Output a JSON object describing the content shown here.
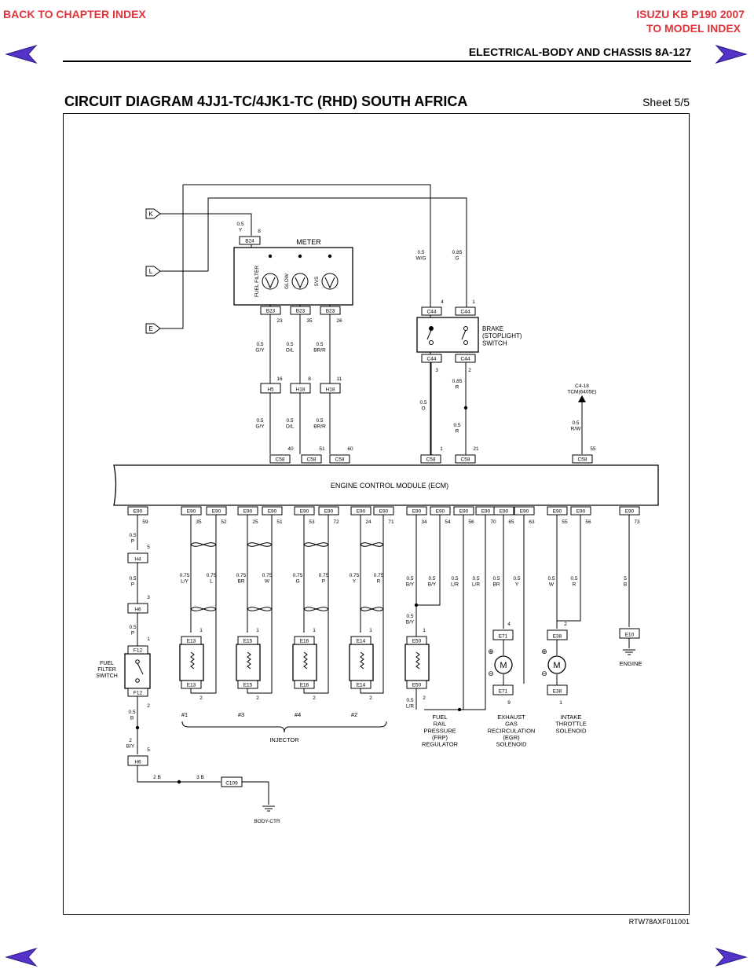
{
  "nav": {
    "back_to_chapter": "BACK TO CHAPTER INDEX",
    "model_title": "ISUZU KB P190 2007",
    "to_model_index": "TO MODEL INDEX"
  },
  "header": {
    "section": "ELECTRICAL-BODY AND CHASSIS  8A-127"
  },
  "diagram": {
    "title": "CIRCUIT DIAGRAM 4JJ1-TC/4JK1-TC (RHD) SOUTH AFRICA",
    "sheet": "Sheet 5/5",
    "figure_code": "RTW78AXF011001",
    "offpage_labels": [
      "K",
      "L",
      "E"
    ],
    "meter": {
      "title": "METER",
      "lamps": [
        "FUEL FILTER",
        "GLOW",
        "SVS"
      ],
      "top_wire": {
        "size": "0.5",
        "color": "Y",
        "pin": "8",
        "connector": "B24"
      },
      "connectors": [
        "B23",
        "B23",
        "B23"
      ],
      "pins": [
        "23",
        "35",
        "26"
      ]
    },
    "upper_wires_mid": [
      "0.5\nG/Y",
      "0.5\nO/L",
      "0.5\nBR/R"
    ],
    "upper_wires_low": [
      "0.5\nG/Y",
      "0.5\nO/L",
      "0.5\nBR/R"
    ],
    "h_connectors": [
      "H5",
      "H18",
      "H18"
    ],
    "h_pins": [
      "16",
      "8",
      "11"
    ],
    "brake_wire_top": [
      "0.5\nW/G",
      "0.85\nG"
    ],
    "brake": {
      "label": "BRAKE\n(STOPLIGHT)\nSWITCH",
      "connectors": [
        "C44",
        "C44",
        "C44",
        "C44"
      ],
      "pins_top": [
        "4",
        "1"
      ],
      "pins_bottom": [
        "3",
        "2"
      ]
    },
    "brake_wire_low": [
      "0.5\nO",
      "0.85\nR",
      "0.5\nR"
    ],
    "dlc": {
      "label": "C4-18\nTCM(6405E)",
      "wire": "0.5\nR/W"
    },
    "ecm": {
      "label": "ENGINE CONTROL MODULE (ECM)",
      "top_connectors": [
        "C58",
        "C58",
        "C58",
        "C58",
        "C58",
        "C58"
      ],
      "top_pins": [
        "40",
        "51",
        "60",
        "1",
        "21",
        "55"
      ],
      "bottom_connector": "E90",
      "bottom_pins": [
        "59",
        "35",
        "52",
        "25",
        "51",
        "53",
        "72",
        "24",
        "71",
        "34",
        "54",
        "56",
        "70",
        "65",
        "63",
        "55",
        "56",
        "73"
      ]
    },
    "fuel_filter_chain": {
      "wires": [
        "0.5\nP",
        "0.5\nP",
        "0.5\nP",
        "0.5\nB",
        "2\nB/Y"
      ],
      "connectors": [
        "H4",
        "H6",
        "F12",
        "F12",
        "H6"
      ],
      "pins": [
        "5",
        "3",
        "1",
        "2",
        "5"
      ],
      "label": "FUEL\nFILTER\nSWITCH"
    },
    "injectors": {
      "wires": [
        "0.75\nL/Y",
        "0.75\nL",
        "0.75\nBR",
        "0.75\nW",
        "0.75\nG",
        "0.75\nP",
        "0.75\nY",
        "0.75\nR"
      ],
      "connectors": [
        "E13",
        "E15",
        "E16",
        "E14"
      ],
      "numbers": [
        "#1",
        "#3",
        "#4",
        "#2"
      ],
      "pins": [
        "1",
        "2"
      ],
      "group_label": "INJECTOR"
    },
    "frp": {
      "wires": [
        "0.5\nB/Y",
        "0.5\nB/Y",
        "0.5\nL/R",
        "0.5\nL/R",
        "0.5\nB/Y",
        "0.5\nL/R"
      ],
      "connector": "E50",
      "pins": [
        "1",
        "2"
      ],
      "label": "FUEL\nRAIL\nPRESSURE\n(FRP)\nREGULATOR"
    },
    "egr": {
      "wires": [
        "0.5\nBR",
        "0.5\nY"
      ],
      "connector": "E71",
      "pins": [
        "4",
        "9"
      ],
      "label": "EXHAUST\nGAS\nRECIRCULATION\n(EGR)\nSOLENOID"
    },
    "throttle": {
      "wires": [
        "0.5\nW",
        "0.5\nR"
      ],
      "connector": "E38",
      "pins": [
        "2",
        "1"
      ],
      "label": "INTAKE\nTHROTTLE\nSOLENOID"
    },
    "engine_ground": {
      "wire": "5\nB",
      "connector": "E10",
      "label": "ENGINE"
    },
    "body_ground": {
      "wire_left": "2 B",
      "wire_right": "3 B",
      "connector": "C109",
      "label": "BODY-CTR"
    }
  }
}
